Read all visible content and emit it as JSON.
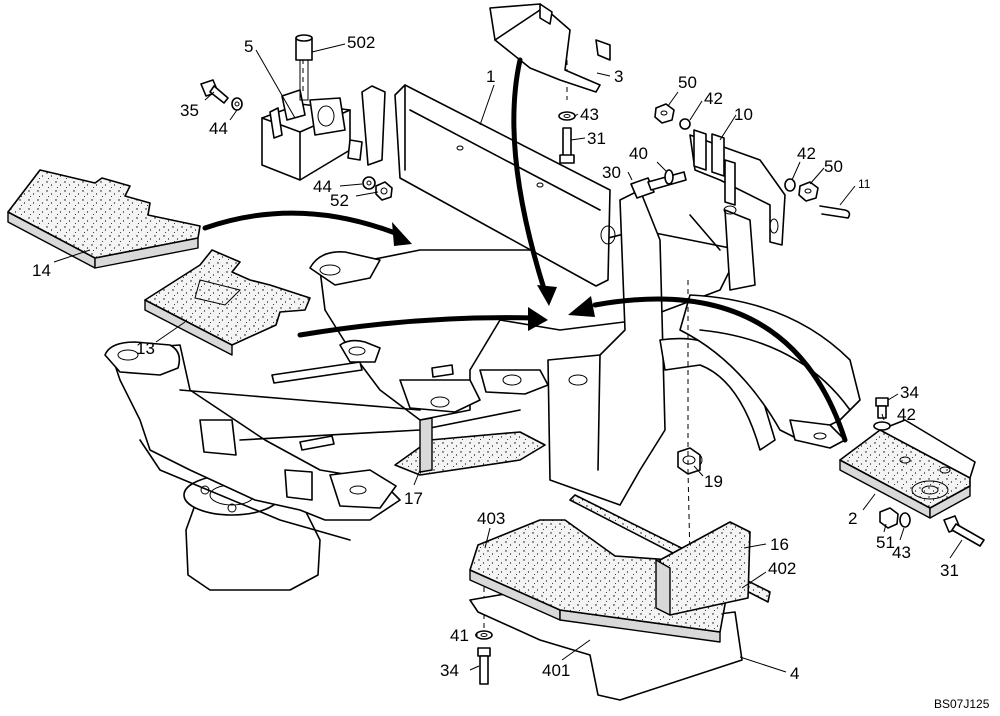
{
  "callouts": {
    "c1": "1",
    "c2": "2",
    "c3": "3",
    "c4": "4",
    "c5": "5",
    "c10": "10",
    "c11": "11",
    "c13": "13",
    "c14": "14",
    "c16": "16",
    "c17": "17",
    "c19": "19",
    "c30": "30",
    "c31a": "31",
    "c31b": "31",
    "c34a": "34",
    "c34b": "34",
    "c35": "35",
    "c40": "40",
    "c41": "41",
    "c42a": "42",
    "c42b": "42",
    "c42c": "42",
    "c43a": "43",
    "c43b": "43",
    "c44a": "44",
    "c44b": "44",
    "c50a": "50",
    "c50b": "50",
    "c51": "51",
    "c52": "52",
    "c401": "401",
    "c402": "402",
    "c403": "403",
    "c502": "502"
  },
  "drawing_code": "BS07J125",
  "colors": {
    "line": "#000000",
    "background": "#ffffff",
    "pad_fill": "#f4f4f4"
  }
}
